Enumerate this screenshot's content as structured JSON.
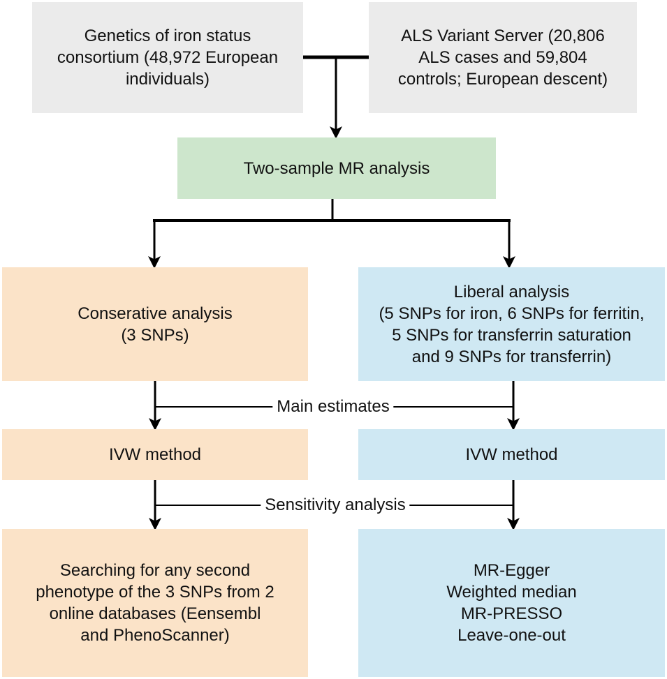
{
  "sources": {
    "left": [
      "Genetics of iron status",
      "consortium (48,972 European",
      "individuals)"
    ],
    "right": [
      "ALS Variant Server (20,806",
      "ALS cases and 59,804",
      "controls; European descent)"
    ]
  },
  "analysis": "Two-sample MR analysis",
  "conservative": [
    "Conserative analysis",
    "(3 SNPs)"
  ],
  "liberal": [
    "Liberal analysis",
    "(5 SNPs for iron, 6 SNPs for ferritin,",
    "5 SNPs for transferrin saturation",
    "and  9 SNPs for transferrin)"
  ],
  "main_estimates": "Main estimates",
  "ivw_left": "IVW method",
  "ivw_right": "IVW method",
  "sensitivity": "Sensitivity analysis",
  "bottom_left": [
    "Searching for any second",
    "phenotype of the 3 SNPs from 2",
    "online databases (Eensembl",
    "and PhenoScanner)"
  ],
  "bottom_right": [
    "MR-Egger",
    "Weighted median",
    "MR-PRESSO",
    "Leave-one-out"
  ]
}
